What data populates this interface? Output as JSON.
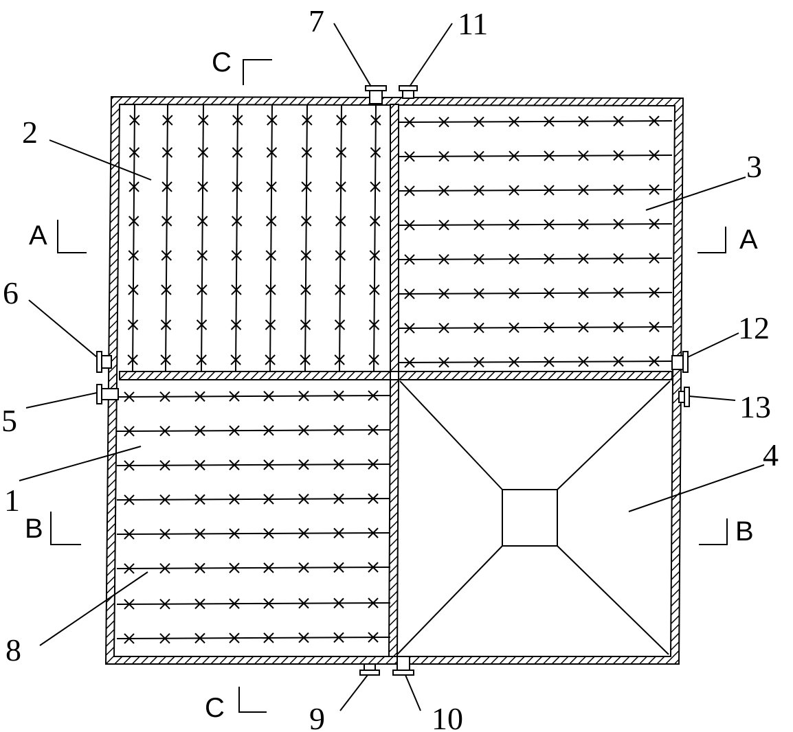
{
  "labels": {
    "n1": "1",
    "n2": "2",
    "n3": "3",
    "n4": "4",
    "n5": "5",
    "n6": "6",
    "n7": "7",
    "n8": "8",
    "n9": "9",
    "n10": "10",
    "n11": "11",
    "n12": "12",
    "n13": "13"
  },
  "section_marks": {
    "a_left": "A",
    "a_right": "A",
    "b_left": "B",
    "b_right": "B",
    "c_top": "C",
    "c_bottom": "C"
  },
  "chambers": {
    "chamber_1": {
      "orientation": "horizontal",
      "rows": 8,
      "marks_per_row": 8
    },
    "chamber_2": {
      "orientation": "vertical",
      "rows": 8,
      "marks_per_row": 8
    },
    "chamber_3": {
      "orientation": "horizontal",
      "rows": 8,
      "marks_per_row": 8
    },
    "chamber_4": {
      "type": "hopper"
    }
  }
}
